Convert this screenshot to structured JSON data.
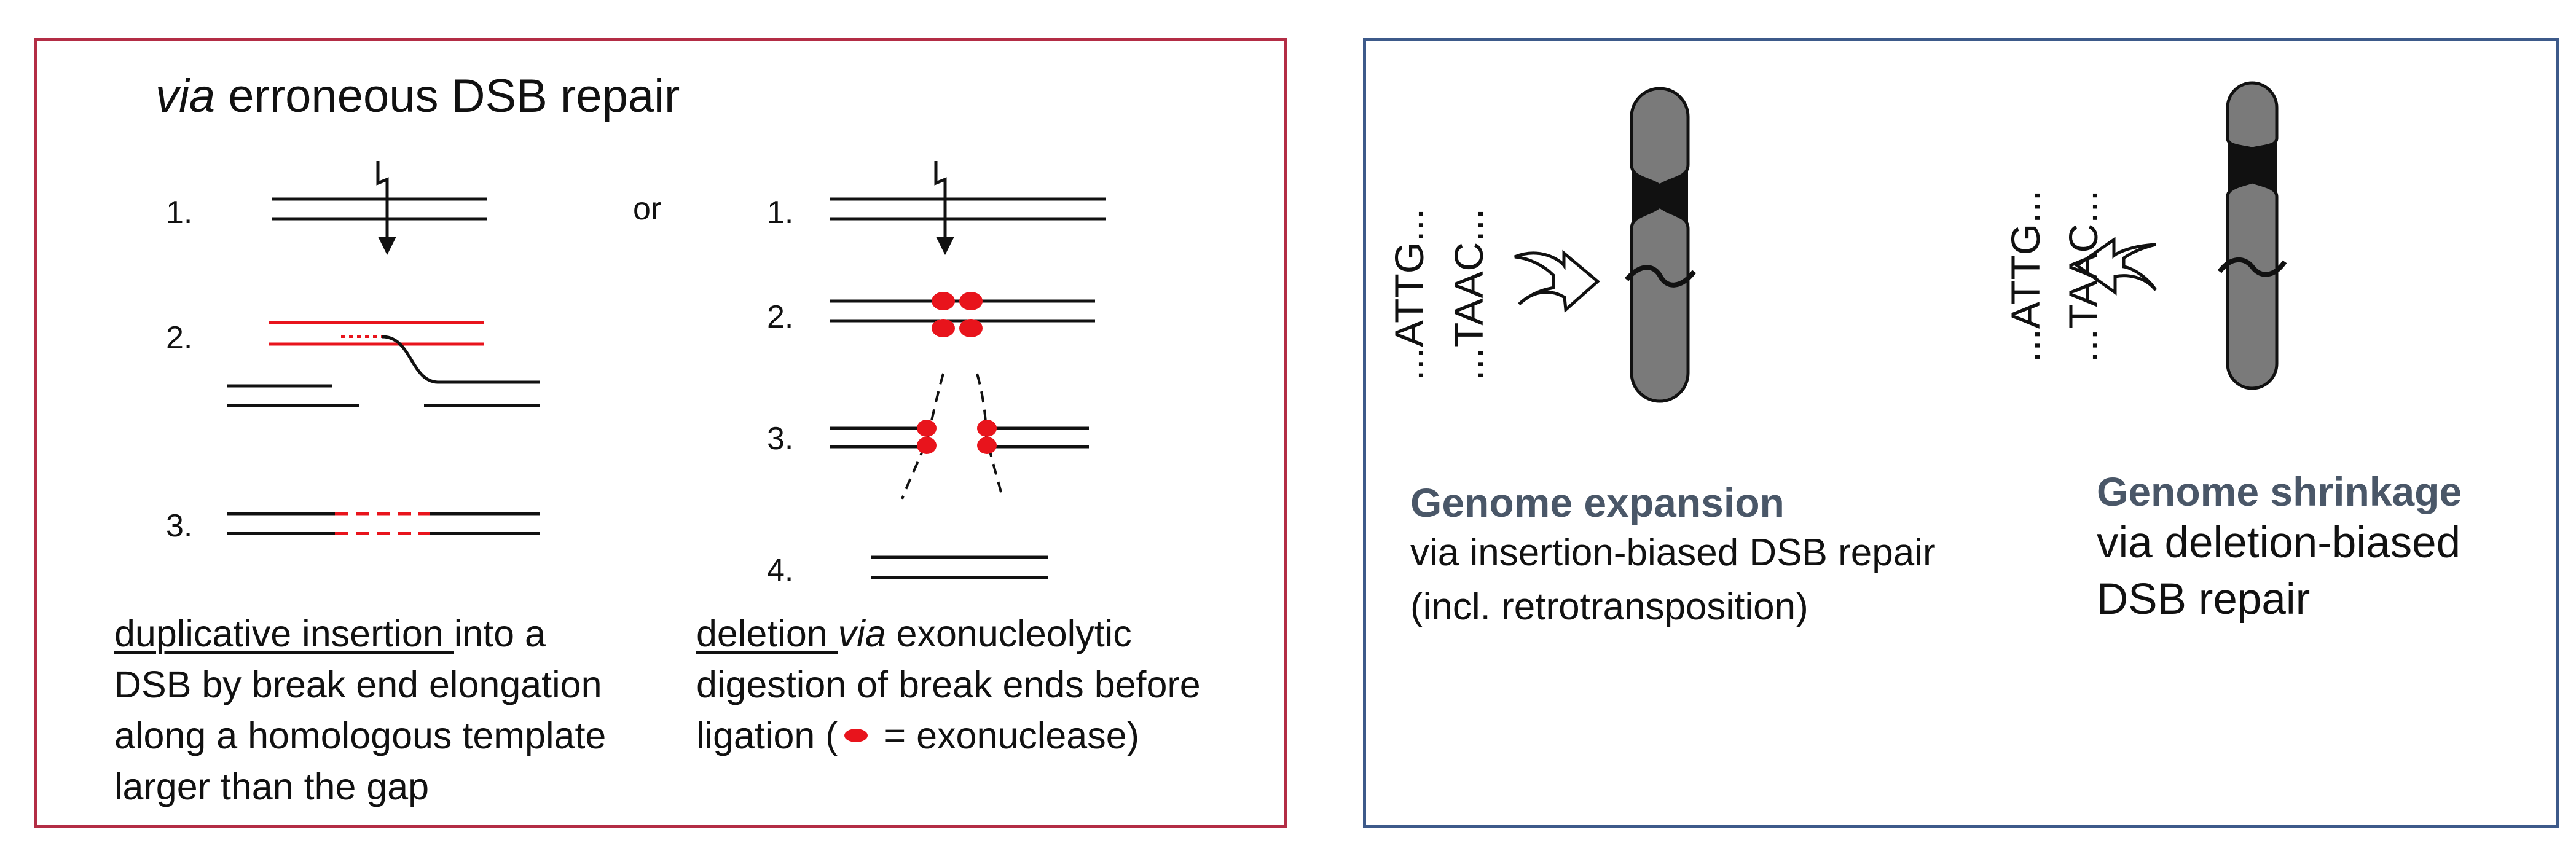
{
  "left": {
    "title_italic": "via",
    "title_rest": " erroneous DSB repair",
    "or_label": "or",
    "insertion_steps": [
      "1.",
      "2.",
      "3."
    ],
    "deletion_steps": [
      "1.",
      "2.",
      "3.",
      "4."
    ],
    "insertion_desc": {
      "underlined": "duplicative insertion ",
      "line1_rest": "into a",
      "line2": "DSB by break end elongation",
      "line3": "along a homologous template",
      "line4": "larger than the gap"
    },
    "deletion_desc": {
      "underlined": "deletion ",
      "italic": "via",
      "line1_rest": " exonucleolytic",
      "line2": "digestion of break ends before",
      "line3_before": "ligation (",
      "line3_after": " = exonuclease)"
    }
  },
  "right": {
    "sequence_top": "...ATTG...",
    "sequence_bottom": "...TAAC...",
    "expansion": {
      "heading": "Genome expansion",
      "line1": "via insertion-biased DSB repair",
      "line2": "(incl. retrotransposition)"
    },
    "shrinkage": {
      "heading": "Genome shrinkage",
      "line1": "via deletion-biased",
      "line2": "DSB repair"
    }
  },
  "colors": {
    "left_border": "#b32d45",
    "right_border": "#3d5a8a",
    "nuclease_red": "#e8141c",
    "chromosome_gray": "#7a7a7a",
    "heading_slate": "#4a5768"
  }
}
